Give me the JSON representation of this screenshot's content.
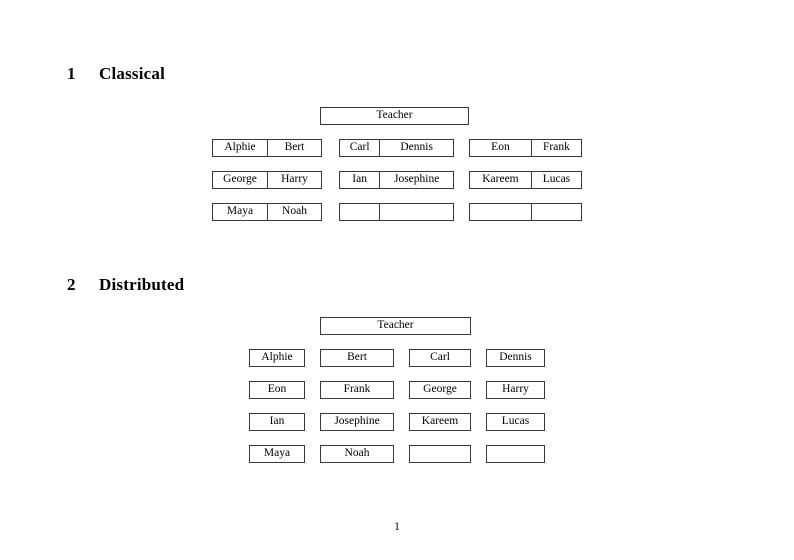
{
  "document": {
    "page_number": "1",
    "border_color": "#3a3a3a",
    "text_color": "#000000",
    "background_color": "#ffffff"
  },
  "sections": [
    {
      "number": "1",
      "title": "Classical",
      "teacher_label": "Teacher",
      "rows": [
        {
          "groups": [
            {
              "cells": [
                "Alphie",
                "Bert"
              ]
            },
            {
              "cells": [
                "Carl",
                "Dennis"
              ]
            },
            {
              "cells": [
                "Eon",
                "Frank"
              ]
            }
          ]
        },
        {
          "groups": [
            {
              "cells": [
                "George",
                "Harry"
              ]
            },
            {
              "cells": [
                "Ian",
                "Josephine"
              ]
            },
            {
              "cells": [
                "Kareem",
                "Lucas"
              ]
            }
          ]
        },
        {
          "groups": [
            {
              "cells": [
                "Maya",
                "Noah"
              ]
            },
            {
              "cells": [
                "",
                ""
              ]
            },
            {
              "cells": [
                "",
                ""
              ]
            }
          ]
        }
      ]
    },
    {
      "number": "2",
      "title": "Distributed",
      "teacher_label": "Teacher",
      "rows": [
        {
          "boxes": [
            "Alphie",
            "Bert",
            "Carl",
            "Dennis"
          ]
        },
        {
          "boxes": [
            "Eon",
            "Frank",
            "George",
            "Harry"
          ]
        },
        {
          "boxes": [
            "Ian",
            "Josephine",
            "Kareem",
            "Lucas"
          ]
        },
        {
          "boxes": [
            "Maya",
            "Noah",
            "",
            ""
          ]
        }
      ]
    }
  ]
}
